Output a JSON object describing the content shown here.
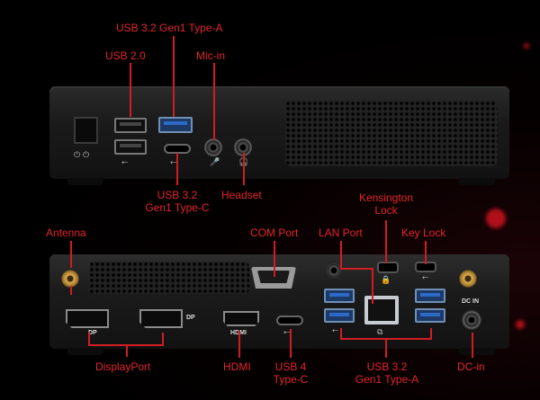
{
  "front_labels": {
    "usb32_typea": "USB 3.2 Gen1 Type-A",
    "usb20": "USB 2.0",
    "mic_in": "Mic-in",
    "usb32_typec_line1": "USB 3.2",
    "usb32_typec_line2": "Gen1 Type-C",
    "headset": "Headset"
  },
  "rear_labels": {
    "antenna": "Antenna",
    "com_port": "COM Port",
    "lan_port": "LAN Port",
    "kensington_line1": "Kensington",
    "kensington_line2": "Lock",
    "key_lock": "Key Lock",
    "displayport": "DisplayPort",
    "hdmi": "HDMI",
    "usb4_line1": "USB 4",
    "usb4_line2": "Type-C",
    "usb32_typea_line1": "USB 3.2",
    "usb32_typea_line2": "Gen1 Type-A",
    "dc_in": "DC-in"
  },
  "port_markings": {
    "dp_1": "DP",
    "dp_2": "DP",
    "hdmi": "HDMI",
    "dc_in": "DC IN"
  },
  "colors": {
    "label_red": "#e0262a",
    "usb3_blue": "#2d69c7"
  }
}
